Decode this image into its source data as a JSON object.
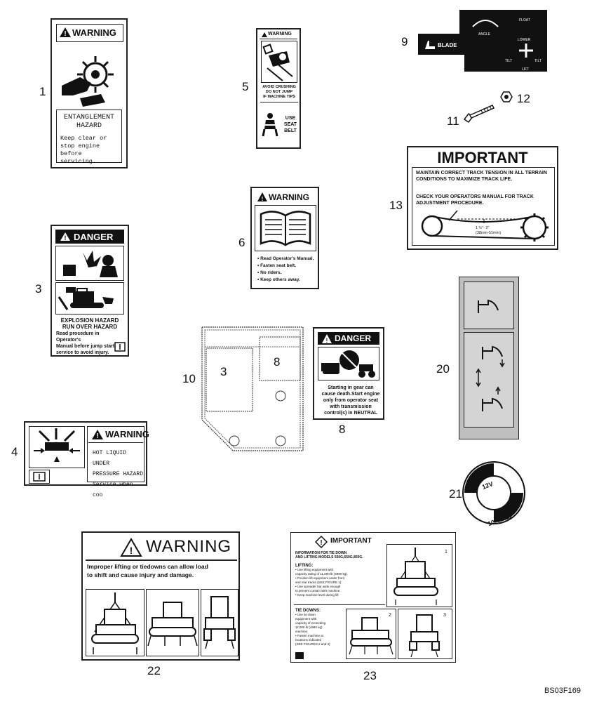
{
  "callouts": {
    "n1": "1",
    "n3": "3",
    "n4": "4",
    "n5": "5",
    "n6": "6",
    "n8": "8",
    "n9": "9",
    "n10": "10",
    "n11": "11",
    "n12": "12",
    "n13": "13",
    "n20": "20",
    "n21": "21",
    "n22": "22",
    "n23": "23"
  },
  "decal1": {
    "header": "WARNING",
    "title": "ENTANGLEMENT\nHAZARD",
    "body": "Keep clear or\nstop engine before\nservicing."
  },
  "decal3": {
    "header": "DANGER",
    "title": "EXPLOSION HAZARD\nRUN OVER HAZARD",
    "body": "Read procedure in Operator's\nManual before jump start or\nservice to avoid injury."
  },
  "decal4": {
    "header": "WARNING",
    "body": "HOT LIQUID UNDER\nPRESSURE HAZARD\nService when coo"
  },
  "decal5": {
    "header": "WARNING",
    "crush": "AVOID CRUSHING\nDO NOT JUMP\nIF MACHINE TIPS",
    "belt": "USE\nSEAT\nBELT"
  },
  "decal6": {
    "header": "WARNING",
    "list": "• Read Operator's Manual.\n• Fasten seat belt.\n• No riders.\n• Keep others away."
  },
  "decal8": {
    "header": "DANGER",
    "body": "Starting in gear can\ncause death.Start engine\nonly from operator seat\nwith transmission\ncontrol(s) in NEUTRAL"
  },
  "decal9": {
    "blade": "BLADE",
    "angle": "ANGLE",
    "float": "FLOAT",
    "lower": "LOWER",
    "lift": "LIFT",
    "tilt": "TILT"
  },
  "decal10": {
    "label3": "3",
    "label8": "8"
  },
  "decal13": {
    "header": "IMPORTANT",
    "line1": "MAINTAIN CORRECT TRACK TENSION IN ALL TERRAIN CONDITIONS TO MAXIMIZE TRACK LIFE.",
    "line2": "CHECK YOUR OPERATORS MANUAL FOR TRACK ADJUSTMENT PROCEDURE.",
    "measure": "1 ½\"- 2\"\n(38mm-51mm)"
  },
  "decal21": {
    "text": "12V\n10A max"
  },
  "decal22": {
    "header": "WARNING",
    "body": "Improper lifting or tiedowns can allow load\nto shift and cause injury and damage."
  },
  "decal23": {
    "header": "IMPORTANT",
    "intro": "INFORMATION FOR TIE DOWN\nAND LIFTING MODELS 550G,650G,850G.",
    "lifting_title": "LIFTING:",
    "lifting": "• Use lifting equipment with\n  capacity rating of 11,000 lb (4990 kg).\n• Position lift equipment under front\n  and rear tracks (SEE FIGURE 1).\n• Use spreader bar wide enough\n  to prevent contact with machine.\n• Keep machine level during lift",
    "tie_title": "TIE DOWNS:",
    "tie": "• Use tie down\n  equipment with\n  capacity of exceeding\n  11,000 lb (4990 kg)\n  machine.\n• Fasten machine at\n  locations indicated\n  (SEE FIGURES 2 and 3)",
    "fig1": "1",
    "fig2": "2",
    "fig3": "3"
  },
  "footer": {
    "code": "BS03F169"
  }
}
